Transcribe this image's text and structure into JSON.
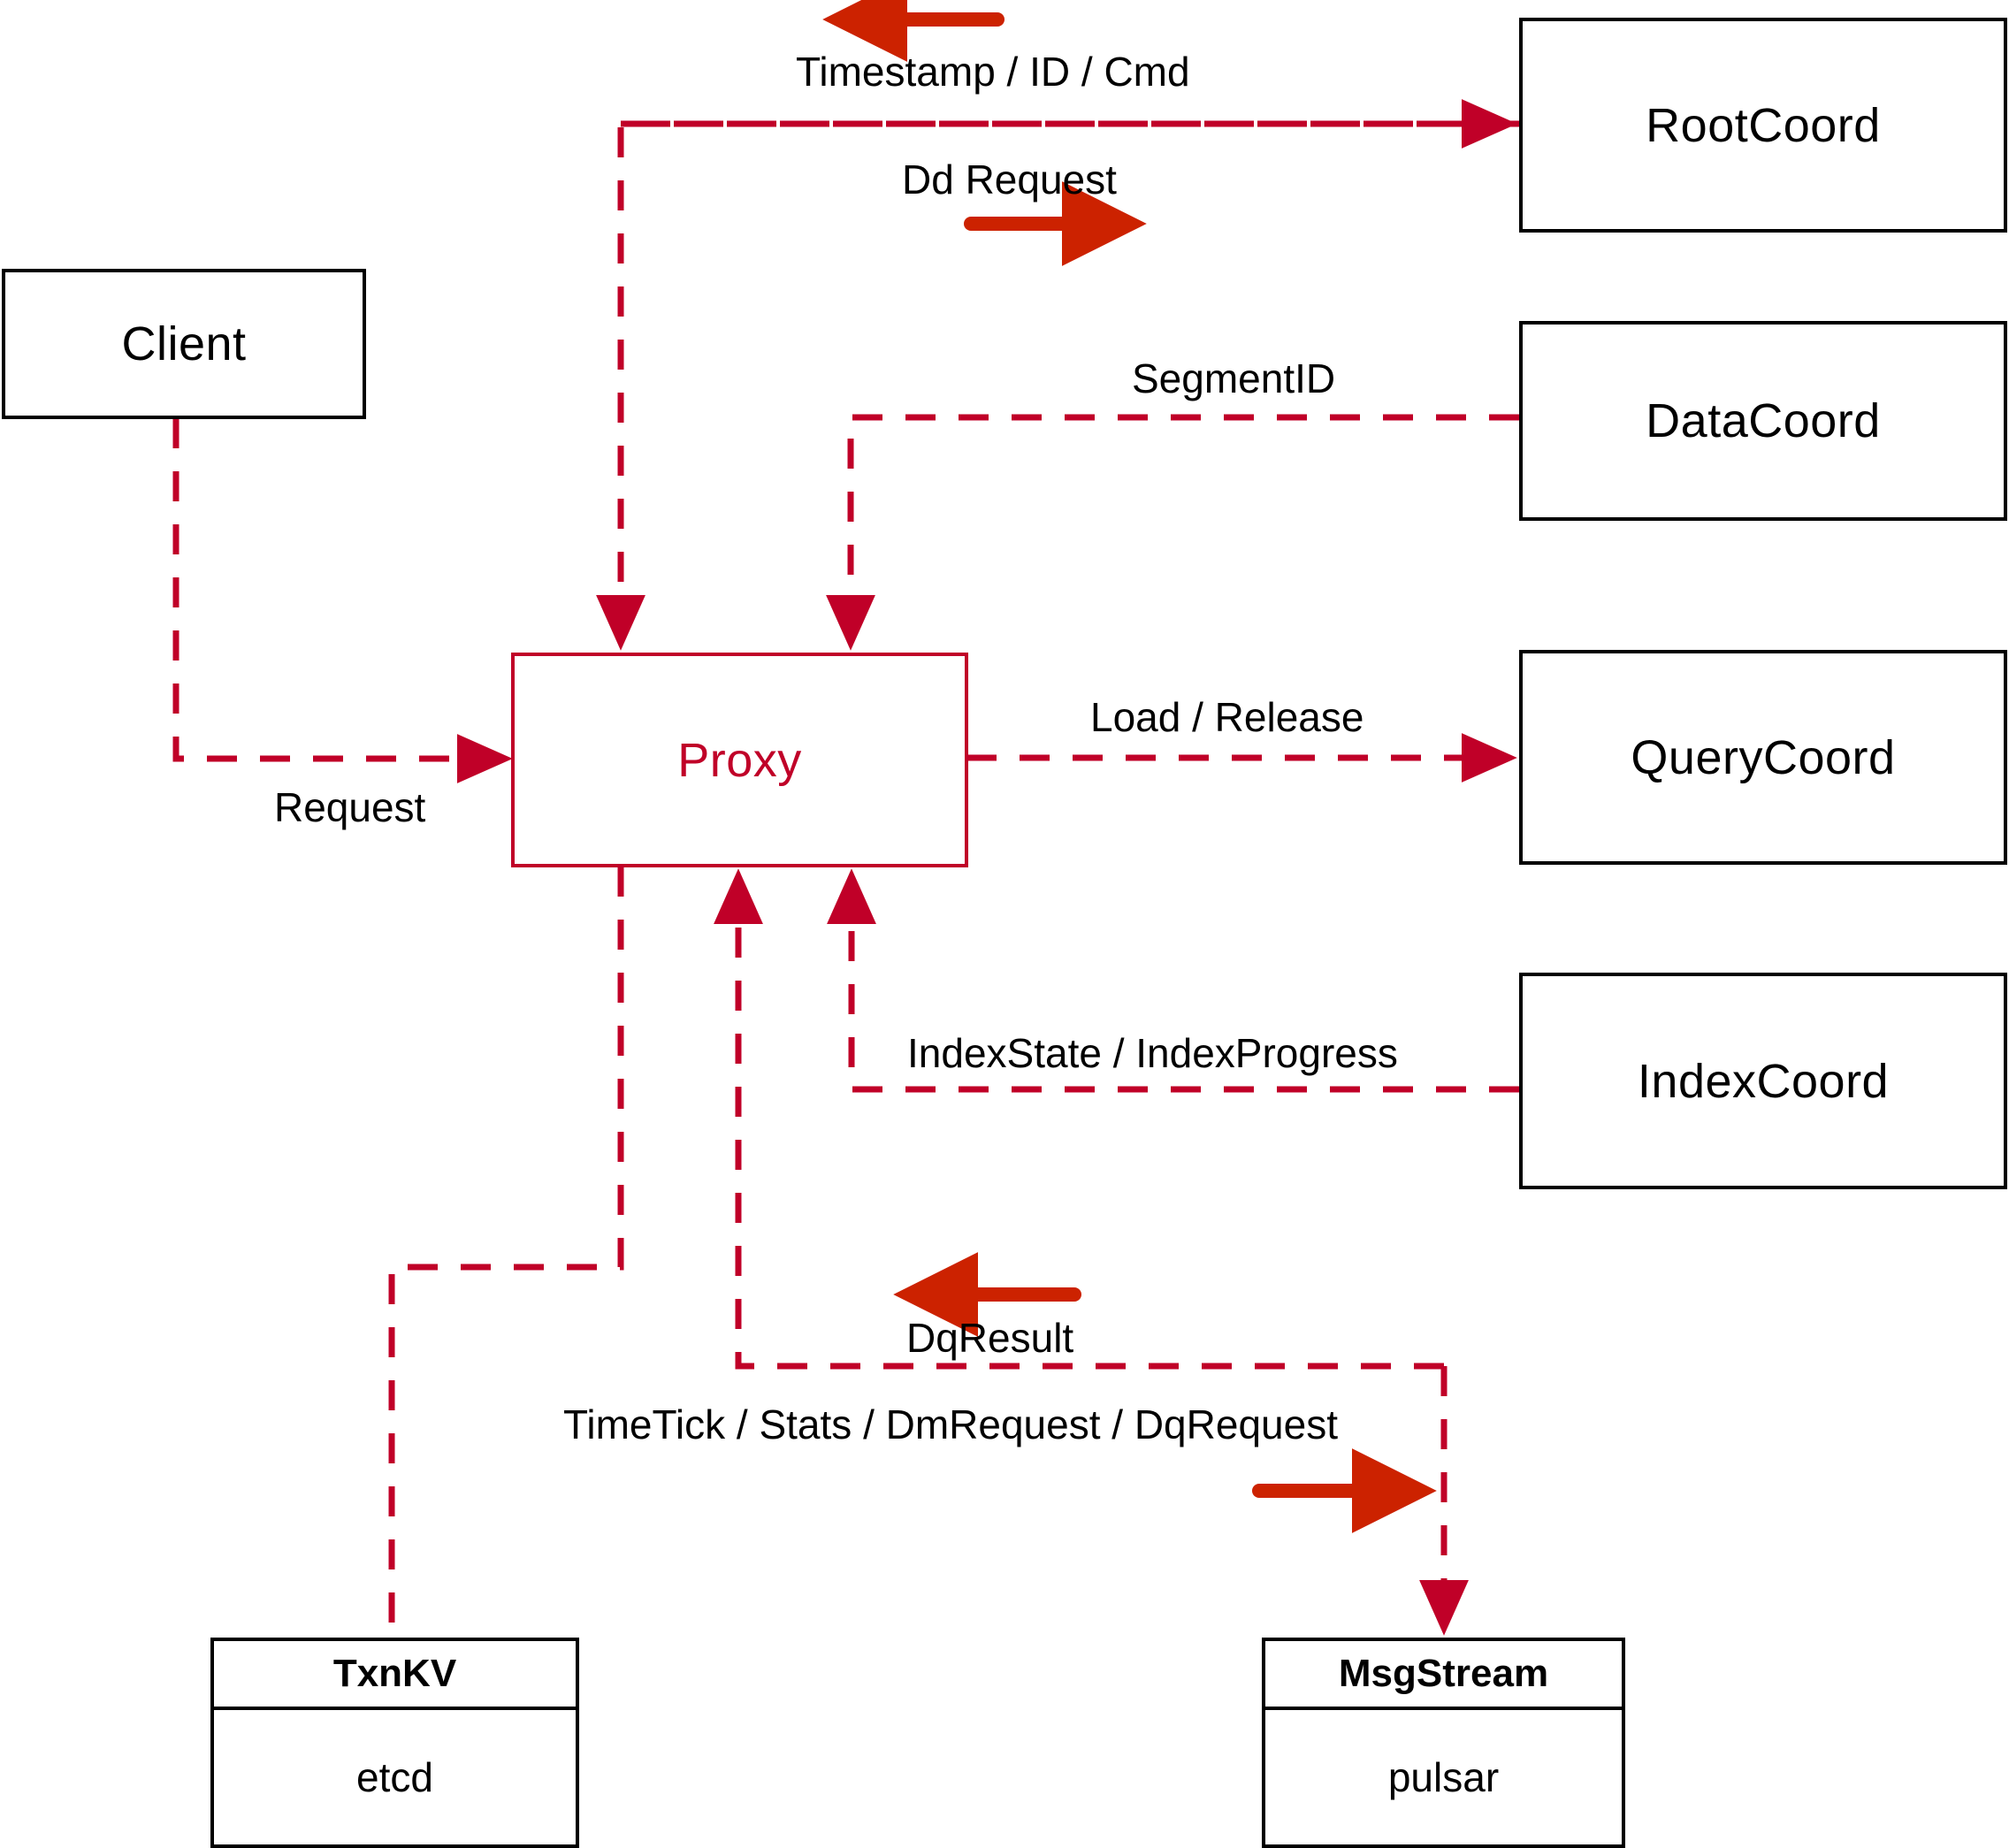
{
  "diagram": {
    "title": "Milvus Proxy interaction diagram",
    "colors": {
      "dashed_red": "#c00028",
      "solid_red": "#cc2200",
      "node_border": "#000000",
      "proxy_border": "#c00028",
      "background": "#ffffff"
    }
  },
  "nodes": {
    "client": {
      "label": "Client"
    },
    "proxy": {
      "label": "Proxy"
    },
    "root_coord": {
      "label": "RootCoord"
    },
    "data_coord": {
      "label": "DataCoord"
    },
    "query_coord": {
      "label": "QueryCoord"
    },
    "index_coord": {
      "label": "IndexCoord"
    },
    "txnkv": {
      "header": "TxnKV",
      "body": "etcd"
    },
    "msgstream": {
      "header": "MsgStream",
      "body": "pulsar"
    }
  },
  "edge_labels": {
    "timestamp_id_cmd": "Timestamp / ID / Cmd",
    "dd_request": "Dd Request",
    "segment_id": "SegmentID",
    "request": "Request",
    "load_release": "Load / Release",
    "index_state_progress": "IndexState / IndexProgress",
    "dq_result": "DqResult",
    "timetick_stats": "TimeTick / Stats / DmRequest / DqRequest"
  }
}
